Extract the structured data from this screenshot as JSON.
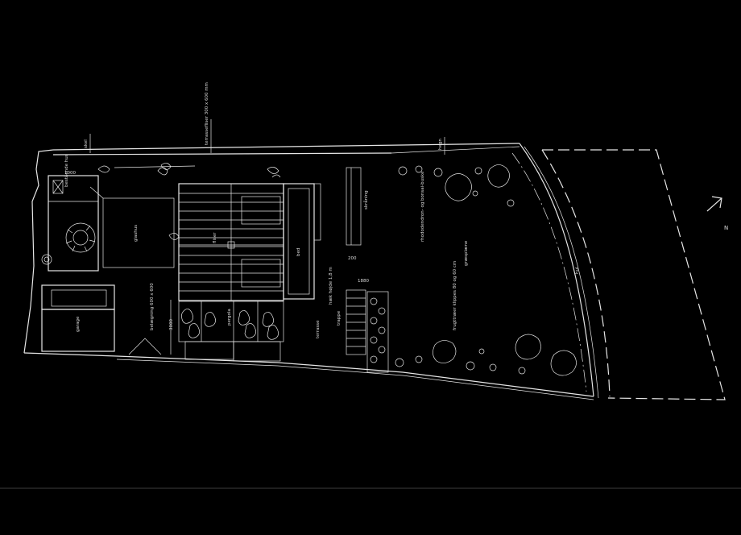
{
  "plan": {
    "north_label": "N",
    "labels": {
      "glashus": "glashus",
      "garage": "garage",
      "terrasse": "terrasse",
      "graesplaene": "græsplæne",
      "fliser": "fliser",
      "trappe": "trappe",
      "bed": "bed",
      "skraaning": "skråning",
      "hul": "hul",
      "bestaaende_hus": "bestående hus",
      "pergola": "pergola",
      "dim_1000": "1000",
      "dim_1880": "1880",
      "dim_200": "200",
      "dim_3000": "3000",
      "note_hoejde": "hæk højde 1,8 m",
      "note_fliser": "terrassefliser 300 x 600 mm",
      "note_belaegning": "belægning 600 x 600",
      "note_rododendron": "rhododendron- og bonsai-buske",
      "note_frugttraeer": "frugttræer klippes 80 og 60 cm",
      "note_hegn": "hegn",
      "note_skel": "skel"
    }
  }
}
